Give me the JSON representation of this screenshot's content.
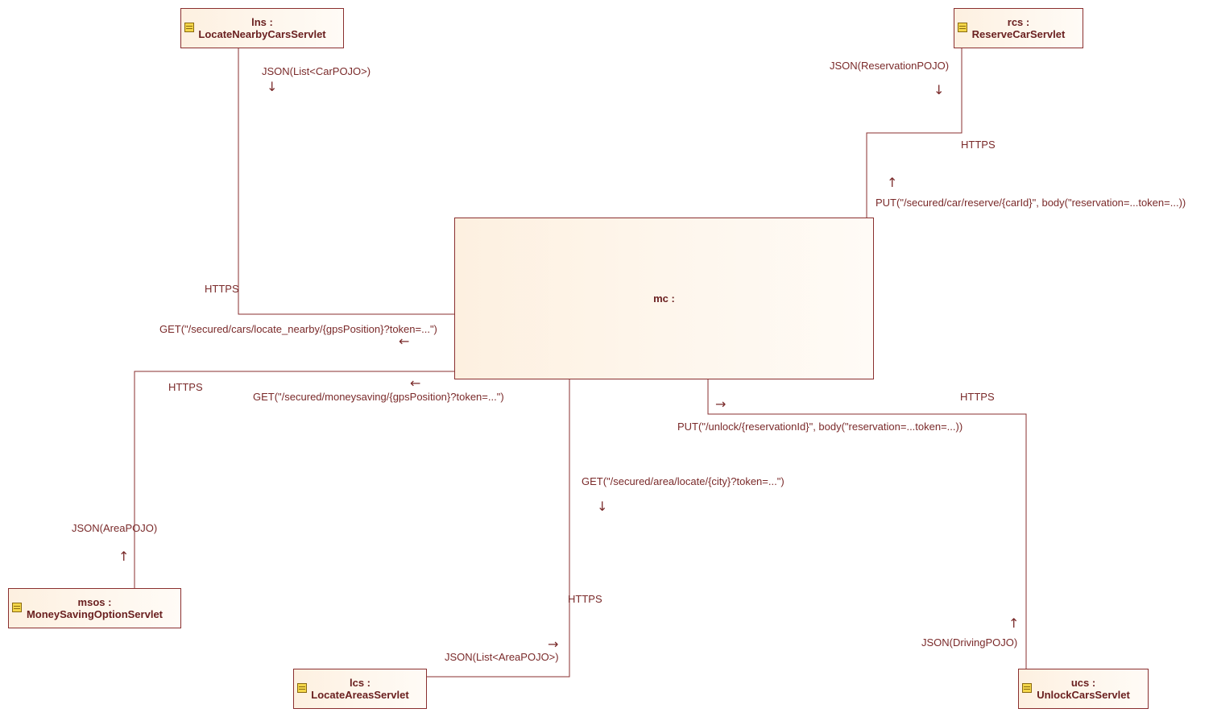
{
  "nodes": {
    "lns": {
      "name": "lns :",
      "cls": "LocateNearbyCarsServlet"
    },
    "rcs": {
      "name": "rcs :",
      "cls": "ReserveCarServlet"
    },
    "mc": {
      "name": "mc :"
    },
    "msos": {
      "name": "msos :",
      "cls": "MoneySavingOptionServlet"
    },
    "lcs": {
      "name": "lcs :",
      "cls": "LocateAreasServlet"
    },
    "ucs": {
      "name": "ucs :",
      "cls": "UnlockCarsServlet"
    }
  },
  "links": {
    "lns": {
      "protocol": "HTTPS",
      "response": "JSON(List<CarPOJO>)",
      "request": "GET(\"/secured/cars/locate_nearby/{gpsPosition}?token=...\")"
    },
    "rcs": {
      "protocol": "HTTPS",
      "response": "JSON(ReservationPOJO)",
      "request": "PUT(\"/secured/car/reserve/{carId}\", body(\"reservation=...token=...))"
    },
    "msos": {
      "protocol": "HTTPS",
      "response": "JSON(AreaPOJO)",
      "request": "GET(\"/secured/moneysaving/{gpsPosition}?token=...\")"
    },
    "lcs": {
      "protocol": "HTTPS",
      "response": "JSON(List<AreaPOJO>)",
      "request": "GET(\"/secured/area/locate/{city}?token=...\")"
    },
    "ucs": {
      "protocol": "HTTPS",
      "response": "JSON(DrivingPOJO)",
      "request": "PUT(\"/unlock/{reservationId}\",  body(\"reservation=...token=...))"
    }
  },
  "colors": {
    "line": "#8a2f2f",
    "text": "#7a2a2a",
    "node_fill": "#fdf0e0"
  },
  "icons": {
    "servlet": "servlet-class-icon",
    "direction": "arrow-icon"
  }
}
